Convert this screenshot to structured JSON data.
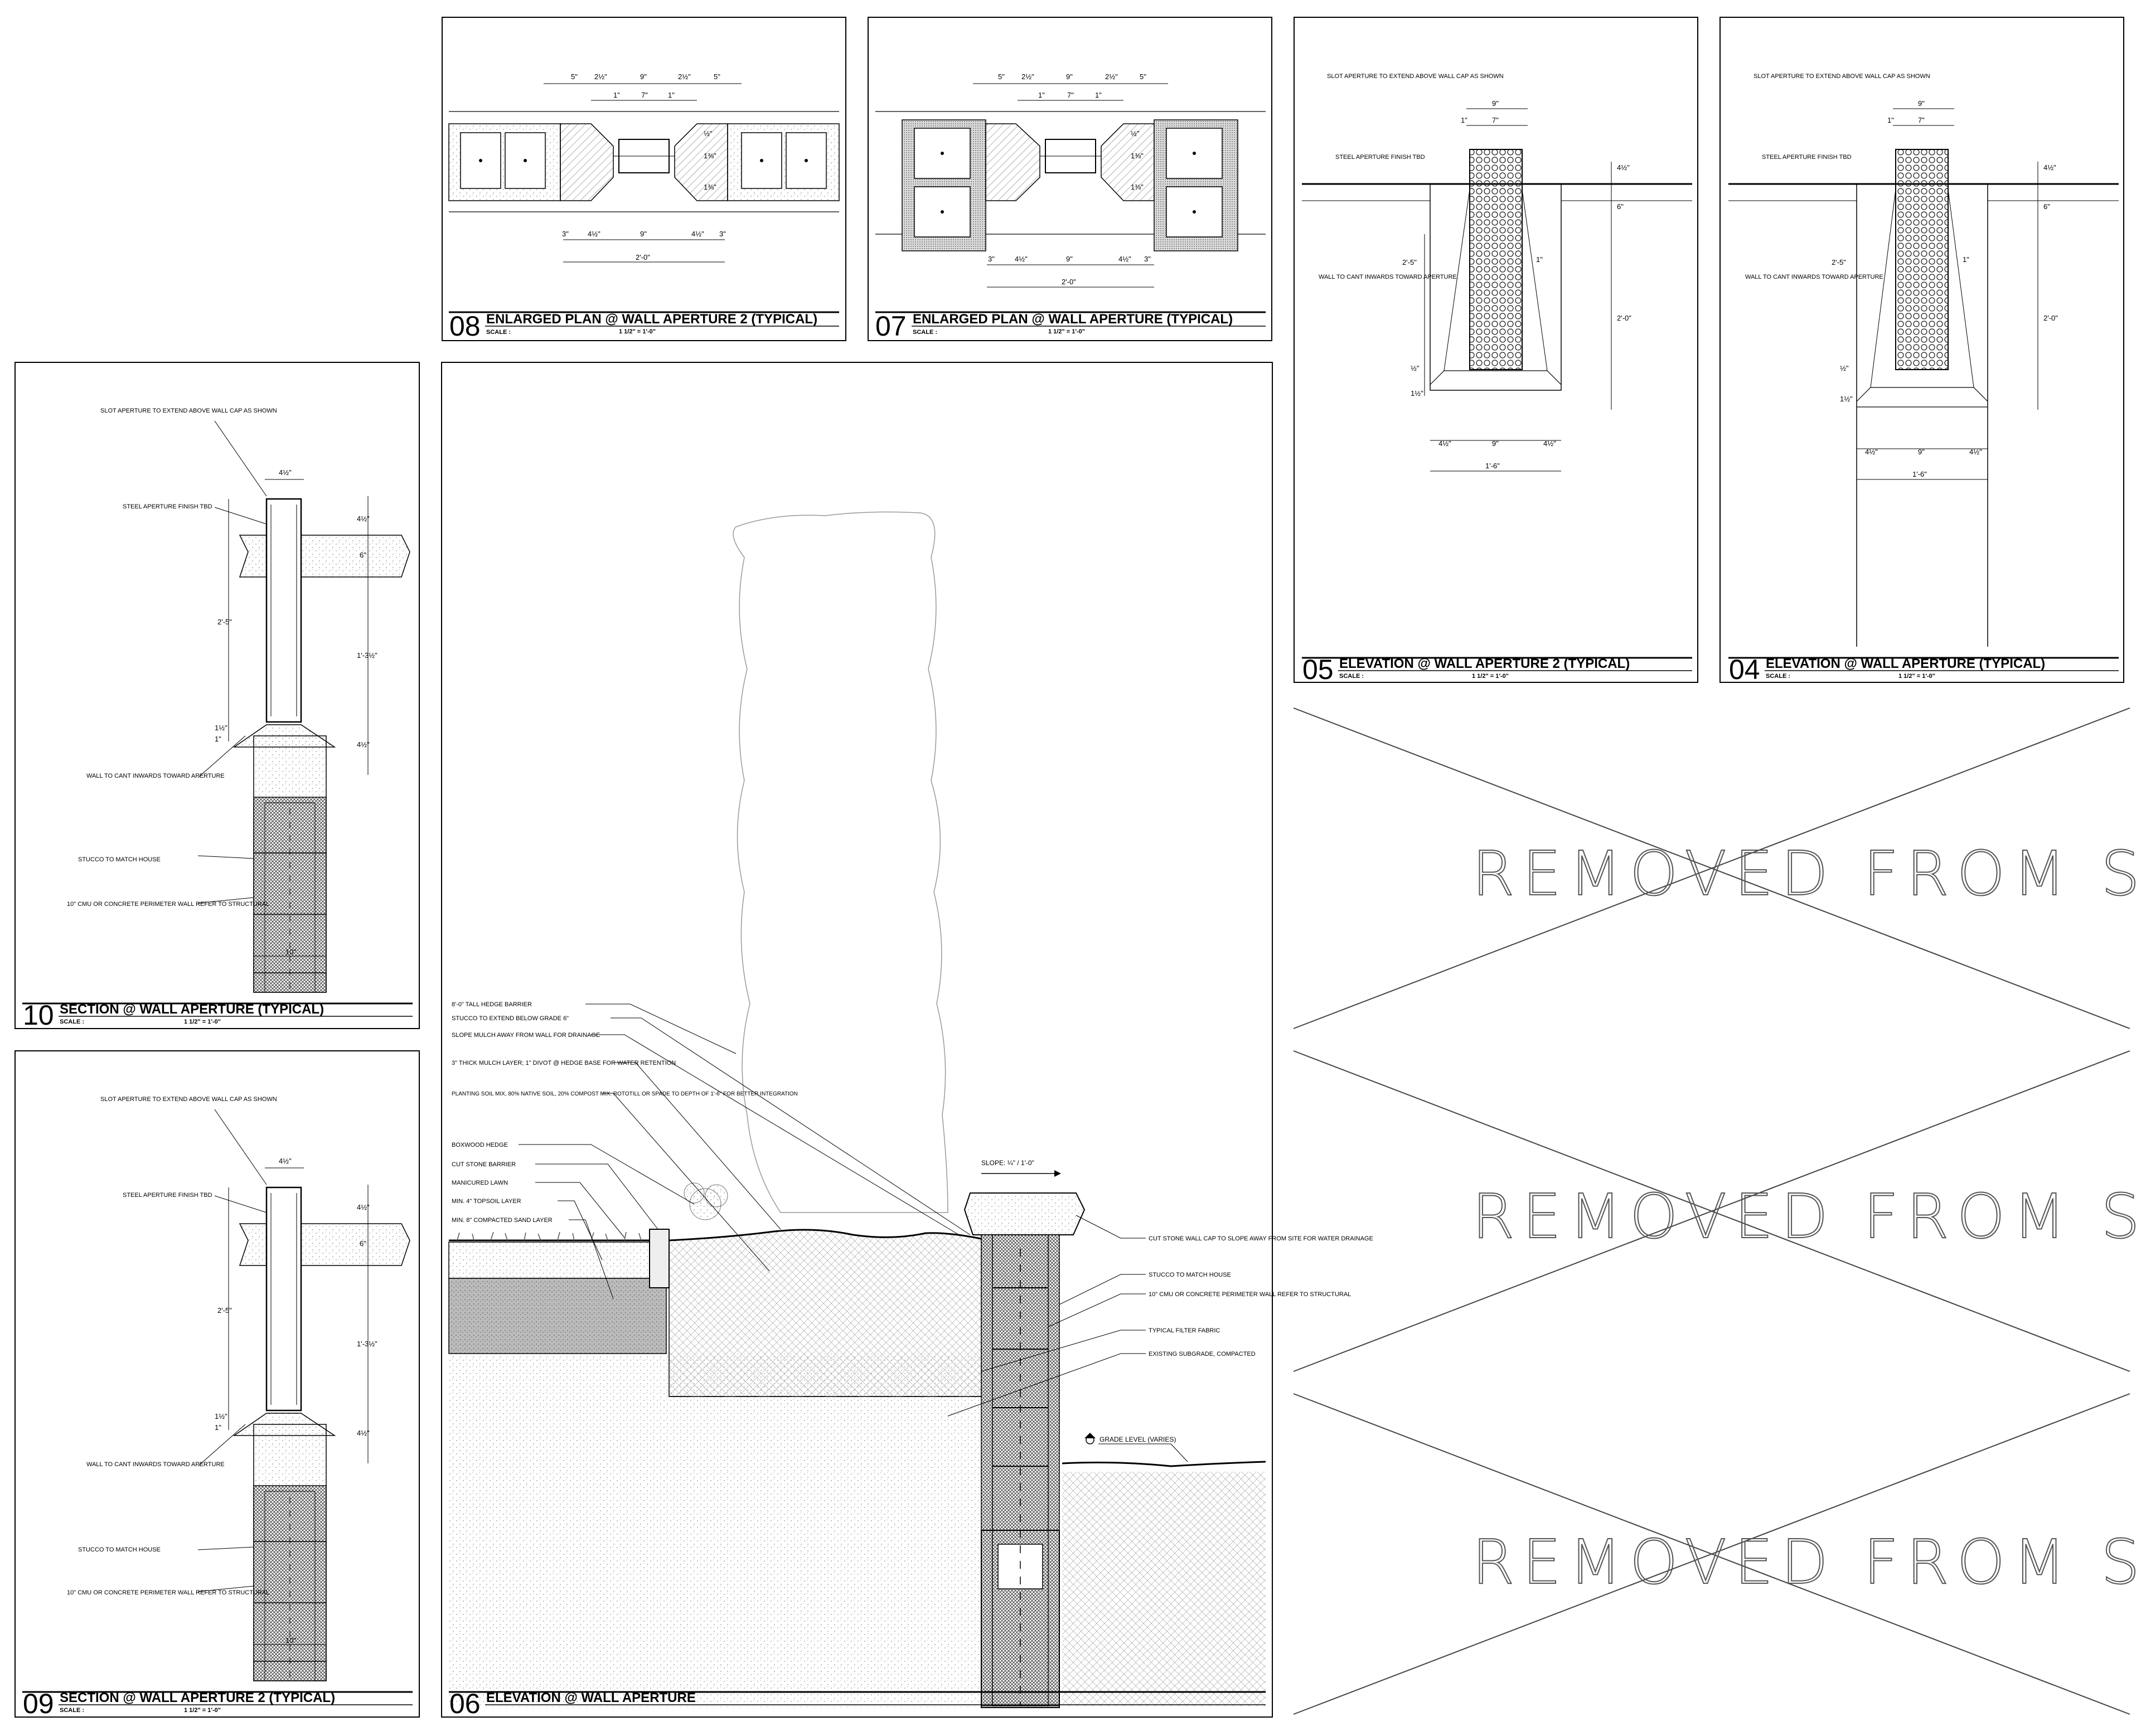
{
  "panels": {
    "p08": {
      "num": "08",
      "title": "ENLARGED PLAN @ WALL APERTURE 2 (TYPICAL)",
      "scale_label": "SCALE :",
      "scale": "1 1/2\" = 1'-0\"",
      "dims_top": [
        "5\"",
        "2½\"",
        "9\"",
        "2½\"",
        "5\""
      ],
      "dims_top2": [
        "1\"",
        "7\"",
        "1\""
      ],
      "dims_bottom": [
        "3\"",
        "4½\"",
        "9\"",
        "4½\"",
        "3\""
      ],
      "dim_overall": "2'-0\"",
      "dims_right": [
        "½\"",
        "1⅜\"",
        "1⅜\""
      ]
    },
    "p07": {
      "num": "07",
      "title": "ENLARGED PLAN @ WALL APERTURE (TYPICAL)",
      "scale_label": "SCALE :",
      "scale": "1 1/2\" = 1'-0\"",
      "dims_top": [
        "5\"",
        "2½\"",
        "9\"",
        "2½\"",
        "5\""
      ],
      "dims_top2": [
        "1\"",
        "7\"",
        "1\""
      ],
      "dims_bottom": [
        "3\"",
        "4½\"",
        "9\"",
        "4½\"",
        "3\""
      ],
      "dim_overall": "2'-0\"",
      "dims_right": [
        "½\"",
        "1⅜\"",
        "1⅜\""
      ]
    },
    "p05": {
      "num": "05",
      "title": "ELEVATION @ WALL APERTURE 2 (TYPICAL)",
      "scale_label": "SCALE :",
      "scale": "1 1/2\" = 1'-0\"",
      "labels": [
        "SLOT APERTURE TO EXTEND ABOVE WALL CAP AS SHOWN",
        "STEEL APERTURE FINISH TBD",
        "WALL TO CANT INWARDS TOWARD APERTURE"
      ],
      "dims": {
        "top": "9\"",
        "top2": "7\"",
        "top_side": "1\"",
        "right1": "4½\"",
        "right2": "6\"",
        "right3": "2'-0\"",
        "left1": "2'-5\"",
        "left2": "½\"",
        "left3": "1½\"",
        "left4": "1\"",
        "bot1": "4½\"",
        "bot2": "9\"",
        "bot3": "4½\"",
        "overall": "1'-6\""
      }
    },
    "p04": {
      "num": "04",
      "title": "ELEVATION @ WALL APERTURE (TYPICAL)",
      "scale_label": "SCALE :",
      "scale": "1 1/2\" = 1'-0\"",
      "labels": [
        "SLOT APERTURE TO EXTEND ABOVE WALL CAP AS SHOWN",
        "STEEL APERTURE FINISH TBD",
        "WALL TO CANT INWARDS TOWARD APERTURE"
      ],
      "dims": {
        "top": "9\"",
        "top2": "7\"",
        "top_side": "1\"",
        "right1": "4½\"",
        "right2": "6\"",
        "right3": "2'-0\"",
        "left1": "2'-5\"",
        "left2": "½\"",
        "left3": "1½\"",
        "left4": "1\"",
        "bot1": "4½\"",
        "bot2": "9\"",
        "bot3": "4½\"",
        "overall": "1'-6\""
      }
    },
    "p10": {
      "num": "10",
      "title": "SECTION @ WALL APERTURE (TYPICAL)",
      "scale_label": "SCALE :",
      "scale": "1 1/2\" = 1'-0\"",
      "labels": [
        "SLOT APERTURE TO EXTEND ABOVE WALL CAP AS SHOWN",
        "STEEL APERTURE FINISH TBD",
        "WALL TO CANT INWARDS TOWARD APERTURE",
        "STUCCO TO MATCH HOUSE",
        "10\" CMU OR CONCRETE PERIMETER WALL REFER TO STRUCTURAL"
      ],
      "dims": {
        "top": "4½\"",
        "r1": "4½\"",
        "r2": "6\"",
        "r3": "1'-3½\"",
        "r4": "4½\"",
        "l1": "2'-5\"",
        "l2": "1½\"",
        "l3": "1\"",
        "wall": "10\""
      }
    },
    "p09": {
      "num": "09",
      "title": "SECTION @ WALL APERTURE 2 (TYPICAL)",
      "scale_label": "SCALE :",
      "scale": "1 1/2\" = 1'-0\"",
      "labels": [
        "SLOT APERTURE TO EXTEND ABOVE WALL CAP AS SHOWN",
        "STEEL APERTURE FINISH TBD",
        "WALL TO CANT INWARDS TOWARD APERTURE",
        "STUCCO TO MATCH HOUSE",
        "10\" CMU OR CONCRETE PERIMETER WALL REFER TO STRUCTURAL"
      ],
      "dims": {
        "top": "4½\"",
        "r1": "4½\"",
        "r2": "6\"",
        "r3": "1'-3½\"",
        "r4": "4½\"",
        "l1": "2'-5\"",
        "l2": "1½\"",
        "l3": "1\"",
        "wall": "10\""
      }
    },
    "p06": {
      "num": "06",
      "title": "ELEVATION @ WALL APERTURE",
      "left_labels": [
        "8'-0\" TALL HEDGE BARRIER",
        "STUCCO TO EXTEND BELOW GRADE 6\"",
        "SLOPE MULCH AWAY FROM WALL FOR DRAINAGE",
        "3\" THICK MULCH LAYER; 1\" DIVOT @ HEDGE BASE FOR WATER RETENTION",
        "PLANTING SOIL MIX, 80% NATIVE SOIL, 20% COMPOST MIX. ROTOTILL OR SPADE TO DEPTH OF 1'-6\" FOR BETTER INTEGRATION",
        "BOXWOOD HEDGE",
        "CUT STONE BARRIER",
        "MANICURED LAWN",
        "MIN. 4\" TOPSOIL LAYER",
        "MIN. 8\" COMPACTED SAND LAYER"
      ],
      "right_labels": [
        "CUT STONE WALL CAP TO SLOPE AWAY FROM SITE FOR WATER DRAINAGE",
        "STUCCO TO MATCH HOUSE",
        "10\" CMU OR CONCRETE PERIMETER WALL REFER TO STRUCTURAL",
        "TYPICAL FILTER FABRIC",
        "EXISTING SUBGRADE, COMPACTED"
      ],
      "slope": "SLOPE: ¼\" / 1'-0\"",
      "grade": "GRADE LEVEL (VARIES)"
    }
  },
  "removed": [
    "REMOVED FROM SET",
    "REMOVED FROM SET",
    "REMOVED FROM SET"
  ]
}
